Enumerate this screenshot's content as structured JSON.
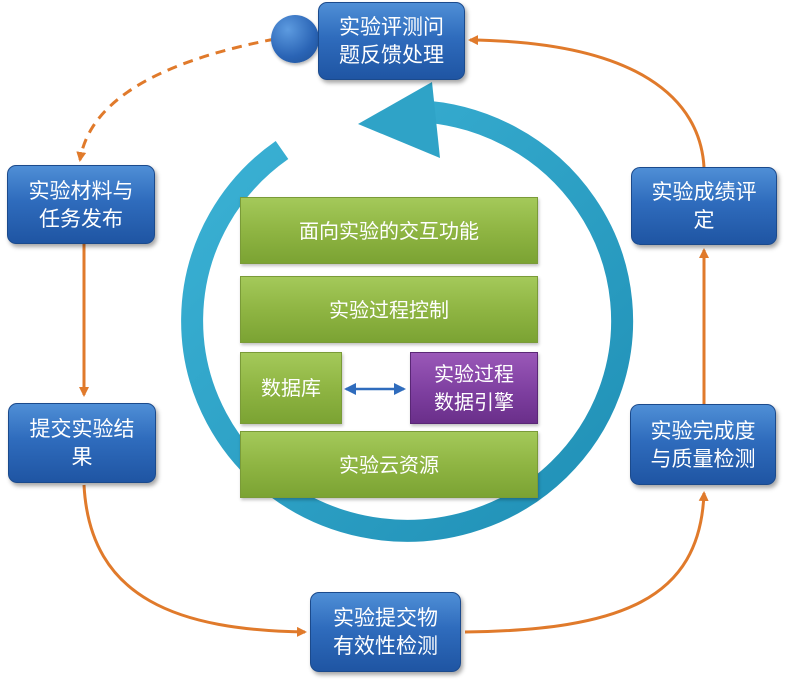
{
  "cycle_nodes": {
    "feedback": "实验评测问\n题反馈处理",
    "materials": "实验材料与\n任务发布",
    "submit": "提交实验结\n果",
    "validity": "实验提交物\n有效性检测",
    "completion": "实验完成度\n与质量检测",
    "grading": "实验成绩评\n定"
  },
  "layers": {
    "interaction": "面向实验的交互功能",
    "process_control": "实验过程控制",
    "database": "数据库",
    "data_engine": "实验过程\n数据引擎",
    "cloud": "实验云资源"
  },
  "colors": {
    "node_blue": "#2f6cbd",
    "layer_green": "#8fb543",
    "engine_purple": "#7e3fa0",
    "ring_teal": "#2fa3c7",
    "flow_orange": "#e07a2b",
    "bidirectional_arrow": "#2f6cbd"
  }
}
